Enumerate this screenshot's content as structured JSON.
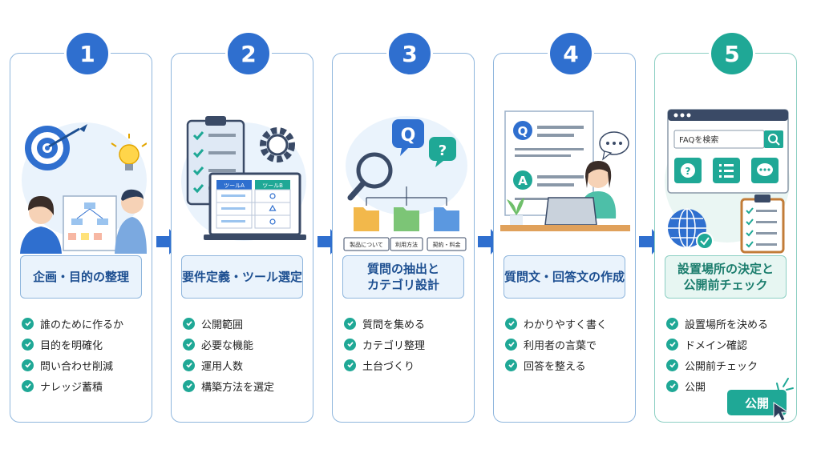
{
  "steps": [
    {
      "number": "1",
      "title_lines": [
        "企画・目的の整理"
      ],
      "items": [
        "誰のために作るか",
        "目的を明確化",
        "問い合わせ削減",
        "ナレッジ蓄積"
      ]
    },
    {
      "number": "2",
      "title_lines": [
        "要件定義・ツール選定"
      ],
      "items": [
        "公開範囲",
        "必要な機能",
        "運用人数",
        "構築方法を選定"
      ],
      "tools": [
        "ツールA",
        "ツールB"
      ]
    },
    {
      "number": "3",
      "title_lines": [
        "質問の抽出と",
        "カテゴリ設計"
      ],
      "items": [
        "質問を集める",
        "カテゴリ整理",
        "土台づくり"
      ],
      "folders": [
        "製品について",
        "利用方法",
        "契約・料金"
      ]
    },
    {
      "number": "4",
      "title_lines": [
        "質問文・回答文の作成"
      ],
      "items": [
        "わかりやすく書く",
        "利用者の言葉で",
        "回答を整える"
      ]
    },
    {
      "number": "5",
      "title_lines": [
        "設置場所の決定と",
        "公開前チェック"
      ],
      "items": [
        "設置場所を決める",
        "ドメイン確認",
        "公開前チェック",
        "公開"
      ],
      "search_placeholder": "FAQを検索",
      "publish_button": "公開"
    }
  ],
  "icons": {
    "check": "check-icon",
    "arrow": "arrow-right-icon",
    "q": "Q",
    "a": "A",
    "question": "?"
  },
  "colors": {
    "blue": "#2f6fcf",
    "teal": "#1fa896",
    "light_blue": "#eaf3fc",
    "border": "#8fb6dd"
  }
}
